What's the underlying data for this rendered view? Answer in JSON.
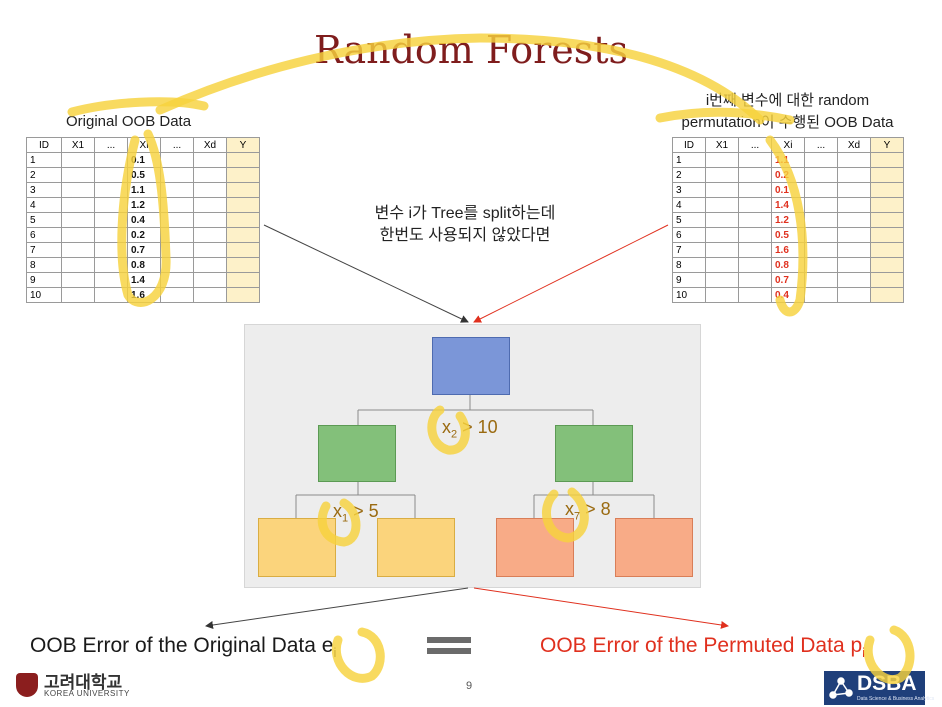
{
  "title": "Random Forests",
  "left_caption": "Original OOB Data",
  "right_caption_line1": "i번째 변수에 대한 random",
  "right_caption_line2": "permutation이 수행된 OOB Data",
  "table_headers": [
    "ID",
    "X1",
    "...",
    "Xi",
    "...",
    "Xd",
    "Y"
  ],
  "ids": [
    "1",
    "2",
    "3",
    "4",
    "5",
    "6",
    "7",
    "8",
    "9",
    "10"
  ],
  "original_xi": [
    "0.1",
    "0.5",
    "1.1",
    "1.2",
    "0.4",
    "0.2",
    "0.7",
    "0.8",
    "1.4",
    "1.6"
  ],
  "permuted_xi": [
    "1.1",
    "0.2",
    "0.1",
    "1.4",
    "1.2",
    "0.5",
    "1.6",
    "0.8",
    "0.7",
    "0.4"
  ],
  "center_text_line1": "변수 i가 Tree를 split하는데",
  "center_text_line2": "한번도 사용되지 않았다면",
  "conditions": {
    "root": {
      "var": "x",
      "sub": "2",
      "op": " > 10"
    },
    "left": {
      "var": "x",
      "sub": "1",
      "op": " > 5"
    },
    "right": {
      "var": "x",
      "sub": "7",
      "op": " > 8"
    }
  },
  "bottom_left": {
    "text": "OOB Error of the Original Data e",
    "sub": "i"
  },
  "bottom_right": {
    "text": "OOB Error of the Permuted Data p",
    "sub": "i"
  },
  "page_number": "9",
  "logo_left_kr": "고려대학교",
  "logo_left_en": "KOREA UNIVERSITY",
  "logo_right": "DSBA",
  "logo_right_sub": "Data Science & Business Analytics",
  "colors": {
    "title": "#7f1d1d",
    "permuted_values": "#e0301e",
    "root_node": "#7b96d8",
    "mid_node": "#83c07a",
    "leaf_yellow": "#fbd47c",
    "leaf_orange": "#f8ab87",
    "highlight": "#f7d23d",
    "error_red": "#e0301e"
  }
}
